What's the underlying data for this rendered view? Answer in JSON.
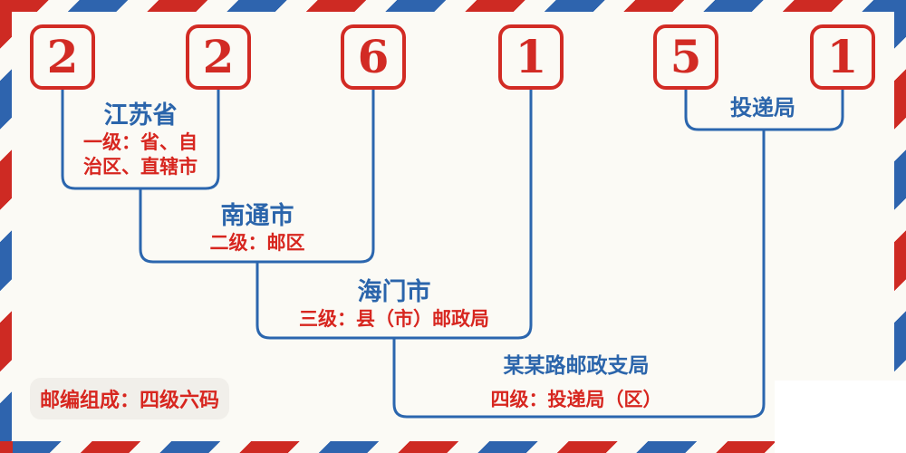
{
  "code": {
    "value": "226151",
    "digits": [
      "2",
      "2",
      "6",
      "1",
      "5",
      "1"
    ]
  },
  "levels": [
    {
      "name": "江苏省",
      "desc_lines": [
        "一级：省、自",
        "治区、直辖市"
      ]
    },
    {
      "name": "南通市",
      "desc": "二级：邮区"
    },
    {
      "name": "海门市",
      "desc": "三级：县（市）邮政局"
    },
    {
      "name": "某某路邮政支局",
      "desc": "四级：投递局（区）"
    },
    {
      "name": "投递局"
    }
  ],
  "badge": {
    "text": "邮编组成：四级六码"
  },
  "colors": {
    "red": "#d22b24",
    "red_text": "#d7261f",
    "blue": "#2b65ab",
    "stripe_red": "#ce2a23",
    "stripe_blue": "#2e64ae",
    "background": "#fbfaf5",
    "badge_bg": "#f1efea"
  }
}
